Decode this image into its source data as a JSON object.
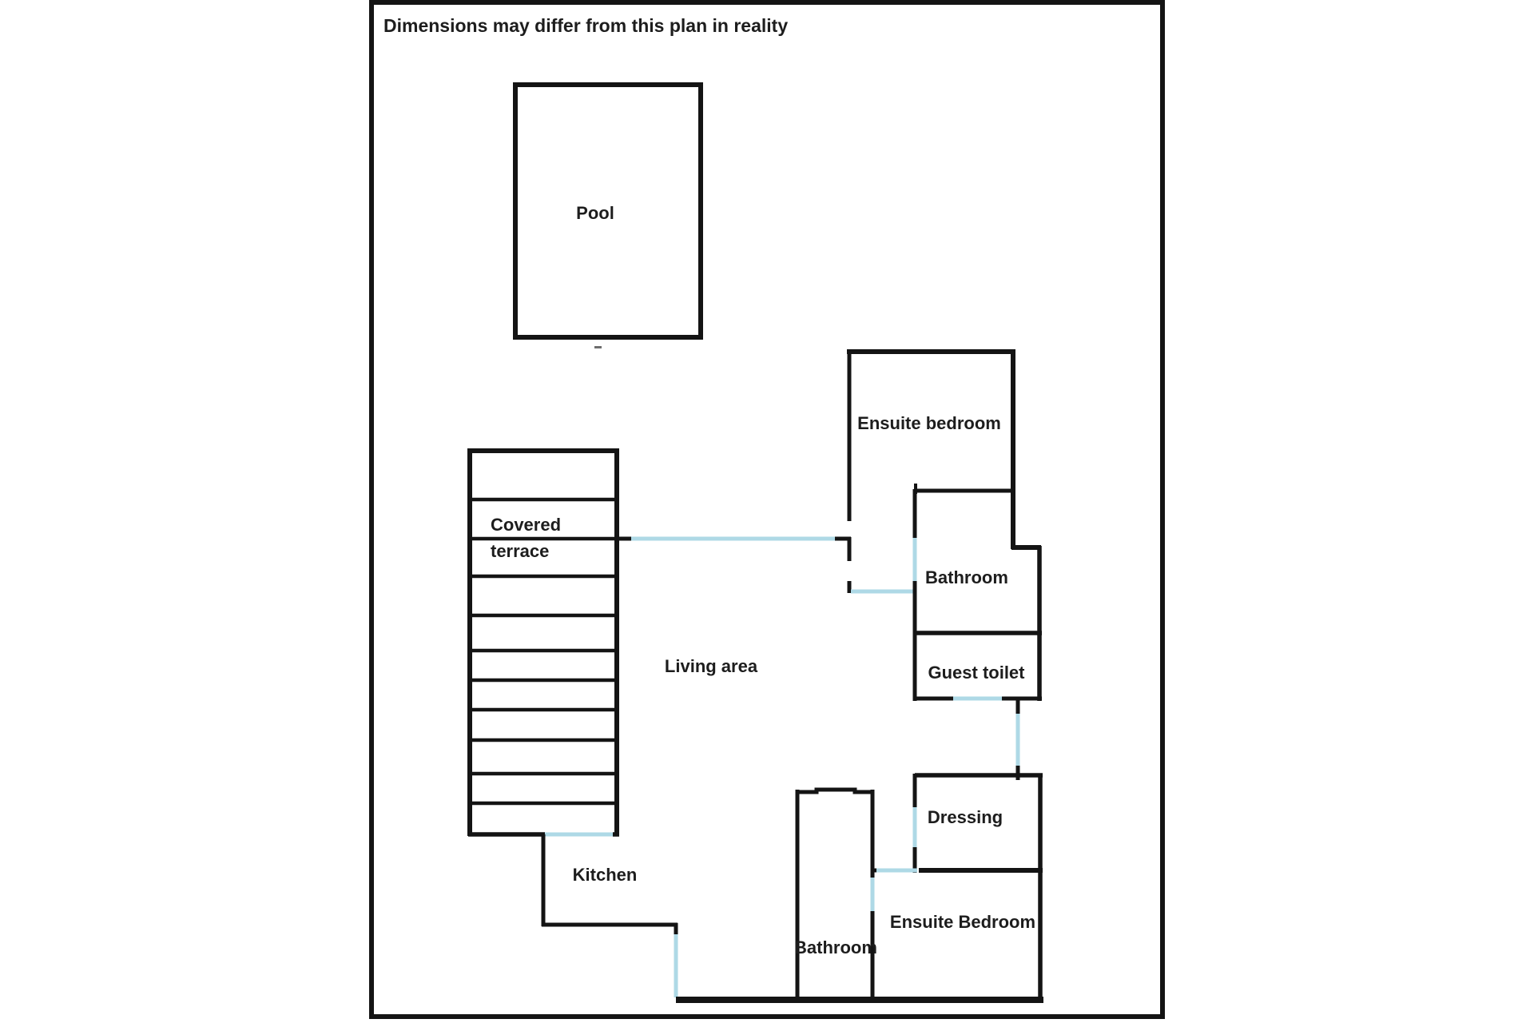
{
  "title": "Dimensions may differ from this plan in reality",
  "colors": {
    "wall": "#141414",
    "door": "#aed9e6",
    "text": "#1d1d1d",
    "background": "#ffffff"
  },
  "rooms": {
    "pool": "Pool",
    "covered_terrace_line1": "Covered",
    "covered_terrace_line2": "terrace",
    "living_area": "Living area",
    "kitchen": "Kitchen",
    "ensuite_bedroom_top": "Ensuite bedroom",
    "bathroom_top": "Bathroom",
    "guest_toilet": "Guest toilet",
    "dressing": "Dressing",
    "ensuite_bedroom_bottom": "Ensuite Bedroom",
    "bathroom_bottom": "Bathroom"
  }
}
